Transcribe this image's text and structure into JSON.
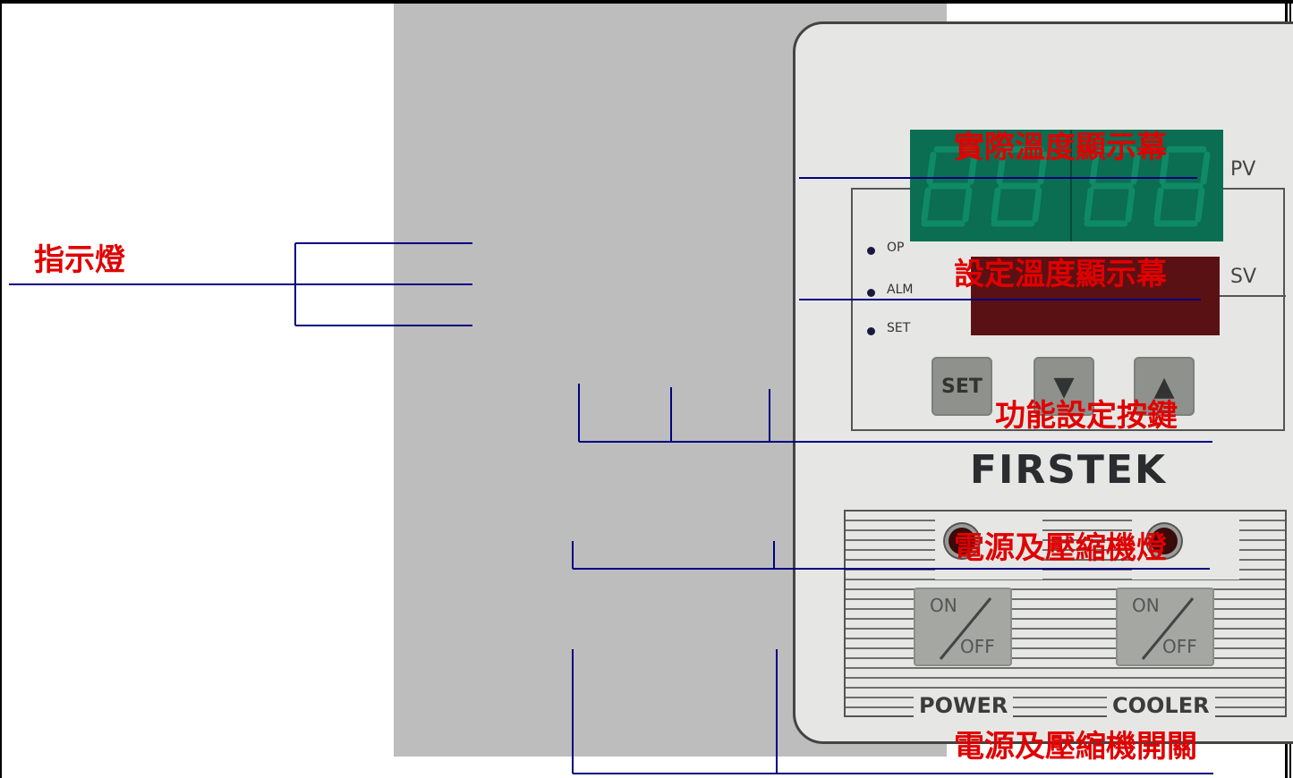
{
  "panel": {
    "pv_label": "PV",
    "sv_label": "SV",
    "indicators": [
      "OP",
      "ALM",
      "SET"
    ],
    "keys": {
      "set": "SET",
      "down": "▼",
      "up": "▲"
    },
    "brand": "FIRSTEK",
    "switch_on": "ON",
    "switch_off": "OFF",
    "power_label": "POWER",
    "cooler_label": "COOLER"
  },
  "annotations": {
    "pv_display": "實際溫度顯示幕",
    "sv_display": "設定溫度顯示幕",
    "indicator_lights": "指示燈",
    "function_keys": "功能設定按鍵",
    "power_cooler_lamps": "電源及壓縮機燈",
    "power_cooler_switches": "電源及壓縮機開關"
  },
  "colors": {
    "annotation_text": "#e00000",
    "leader_line": "#000080",
    "pv_display": "#0b6d52",
    "sv_display": "#5a1114"
  }
}
